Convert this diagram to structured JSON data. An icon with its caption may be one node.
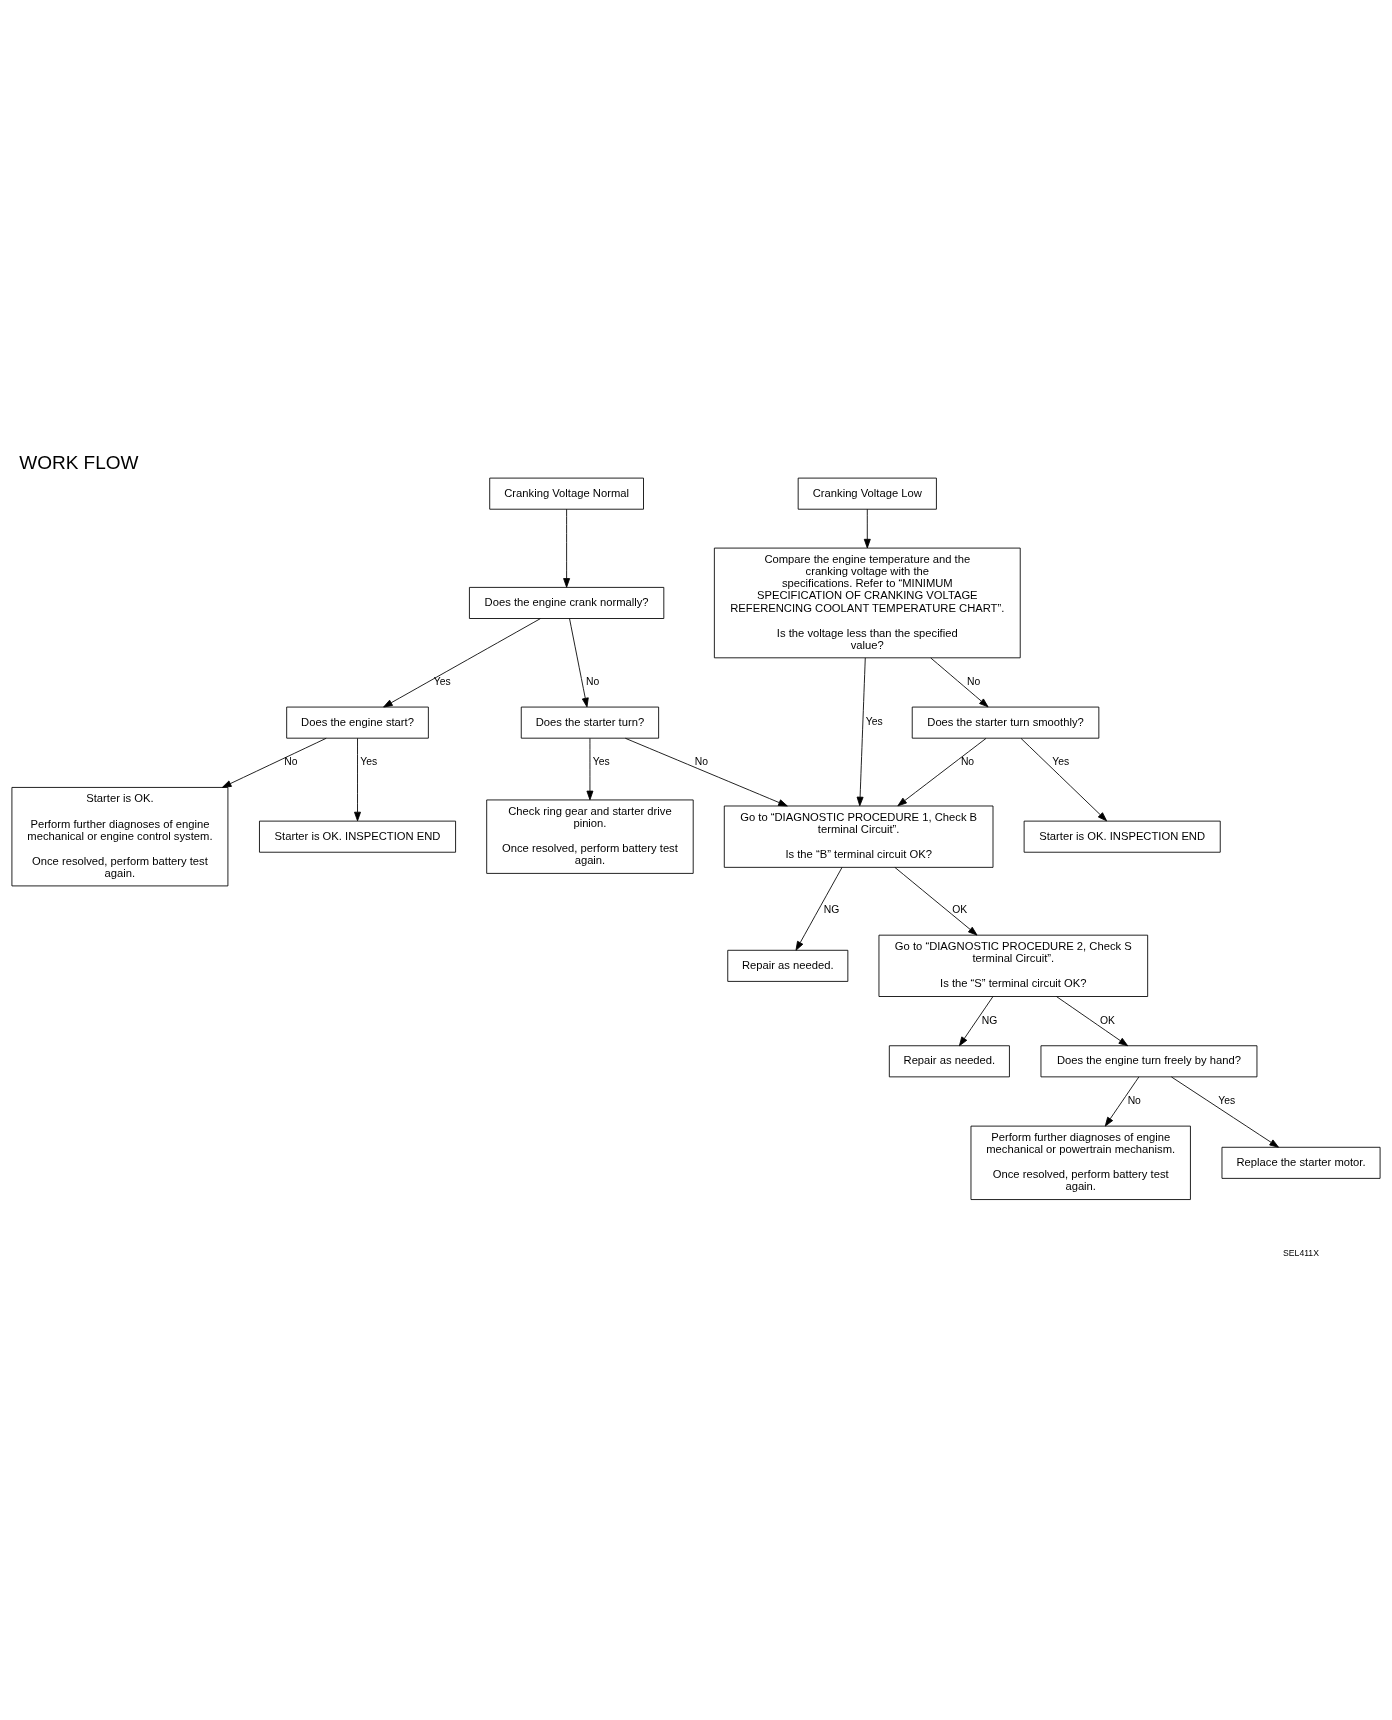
{
  "diagram": {
    "title": "WORK FLOW",
    "nodes": [
      {
        "text": [
          "Cranking Voltage Normal"
        ]
      },
      {
        "text": [
          "Cranking Voltage Low"
        ]
      },
      {
        "text": [
          "Does the engine crank normally?"
        ]
      },
      {
        "text": [
          "Compare the engine temperature and the cranking voltage with the specifications. Refer to “MINIMUM SPECIFICATION OF CRANKING VOLTAGE REFERENCING COOLANT TEMPERATURE CHART”.",
          "Is the voltage less than the specified value?"
        ]
      },
      {
        "text": [
          "Does the starter turn?"
        ]
      },
      {
        "text": [
          "Does the engine start?"
        ]
      },
      {
        "text": [
          "Check ring gear and starter drive pinion.",
          "Once resolved, perform battery test again."
        ]
      },
      {
        "text": [
          "Starter is OK.",
          "Perform further diagnoses of engine mechanical or engine control system.",
          "Once resolved, perform battery test again."
        ]
      },
      {
        "text": [
          "Starter is OK. INSPECTION END"
        ]
      },
      {
        "text": [
          "Does the starter turn smoothly?"
        ]
      },
      {
        "text": [
          "Starter is OK. INSPECTION END"
        ]
      },
      {
        "text": [
          "Go to “DIAGNOSTIC PROCEDURE 1, Check B terminal Circuit”.",
          "Is the “B” terminal circuit OK?"
        ]
      },
      {
        "text": [
          "Repair as needed."
        ]
      },
      {
        "text": [
          "Go to “DIAGNOSTIC PROCEDURE 2, Check S terminal Circuit”.",
          "Is the “S” terminal circuit OK?"
        ]
      },
      {
        "text": [
          "Repair as needed."
        ]
      },
      {
        "text": [
          "Does the engine turn freely by hand?"
        ]
      },
      {
        "text": [
          "Perform further diagnoses of engine mechanical or powertrain mechanism.",
          "Once resolved, perform battery test again."
        ]
      },
      {
        "text": [
          "Replace the starter motor."
        ]
      }
    ],
    "edges": [
      {
        "from": 0,
        "to": 2,
        "arrow": "to"
      },
      {
        "from": 1,
        "to": 3,
        "arrow": "to"
      },
      {
        "from": 2,
        "to": 4,
        "arrow": "to",
        "label": "No"
      },
      {
        "from": 2,
        "to": 5,
        "arrow": "to",
        "label": "Yes"
      },
      {
        "from": 4,
        "to": 11,
        "arrow": "to",
        "label": "No"
      },
      {
        "from": 4,
        "to": 6,
        "arrow": "to",
        "label": "Yes"
      },
      {
        "from": 5,
        "to": 7,
        "arrow": "to",
        "label": "No"
      },
      {
        "from": 5,
        "to": 8,
        "arrow": "to",
        "label": "Yes"
      },
      {
        "from": 3,
        "to": 11,
        "arrow": "to",
        "label": "Yes"
      },
      {
        "from": 3,
        "to": 9,
        "arrow": "to",
        "label": "No"
      },
      {
        "from": 9,
        "to": 11,
        "arrow": "to",
        "label": "No"
      },
      {
        "from": 9,
        "to": 10,
        "arrow": "to",
        "label": "Yes"
      },
      {
        "from": 11,
        "to": 12,
        "arrow": "to",
        "label": "NG"
      },
      {
        "from": 11,
        "to": 13,
        "arrow": "to",
        "label": "OK"
      },
      {
        "from": 13,
        "to": 14,
        "arrow": "to",
        "label": "NG"
      },
      {
        "from": 13,
        "to": 15,
        "arrow": "to",
        "label": "OK"
      },
      {
        "from": 15,
        "to": 16,
        "arrow": "to",
        "label": "No"
      },
      {
        "from": 15,
        "to": 17,
        "arrow": "to",
        "label": "Yes"
      }
    ],
    "labels": [
      "SEL411X"
    ]
  }
}
